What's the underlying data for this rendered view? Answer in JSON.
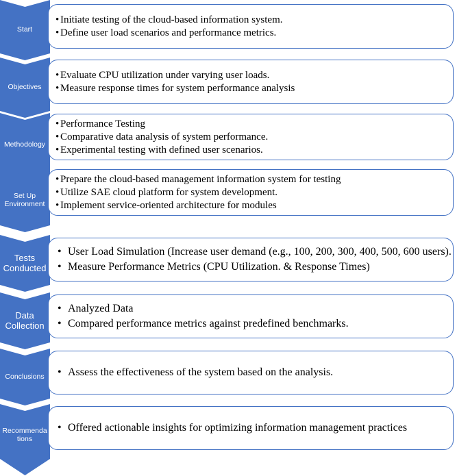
{
  "colors": {
    "chevron": "#4472C4",
    "box_border": "#4472C4",
    "label_text": "#FFFFFF"
  },
  "steps": [
    {
      "label": "Start",
      "bullets": [
        "Initiate testing of the cloud-based information system.",
        "Define user load scenarios and performance metrics."
      ]
    },
    {
      "label": "Objectives",
      "bullets": [
        "Evaluate CPU utilization under varying user loads.",
        "Measure response times for system performance analysis"
      ]
    },
    {
      "label": "Methodology",
      "bullets": [
        "Performance Testing",
        "Comparative data analysis of system performance.",
        "Experimental testing with defined user scenarios."
      ]
    },
    {
      "label": "Set Up Environment",
      "bullets": [
        "Prepare the cloud-based management information system for testing",
        "Utilize SAE cloud platform for system development.",
        "Implement service-oriented architecture for modules"
      ]
    },
    {
      "label": "Tests Conducted",
      "bullets": [
        "User Load Simulation (Increase user demand (e.g., 100, 200, 300, 400, 500, 600 users).",
        "Measure Performance Metrics (CPU Utilization. & Response Times)"
      ]
    },
    {
      "label": "Data Collection",
      "bullets": [
        "Analyzed Data",
        "Compared performance metrics against predefined benchmarks."
      ]
    },
    {
      "label": "Conclusions",
      "bullets": [
        "Assess the effectiveness of the system based on the analysis."
      ]
    },
    {
      "label": "Recommendations",
      "bullets": [
        "Offered actionable insights for optimizing information management practices"
      ]
    }
  ]
}
